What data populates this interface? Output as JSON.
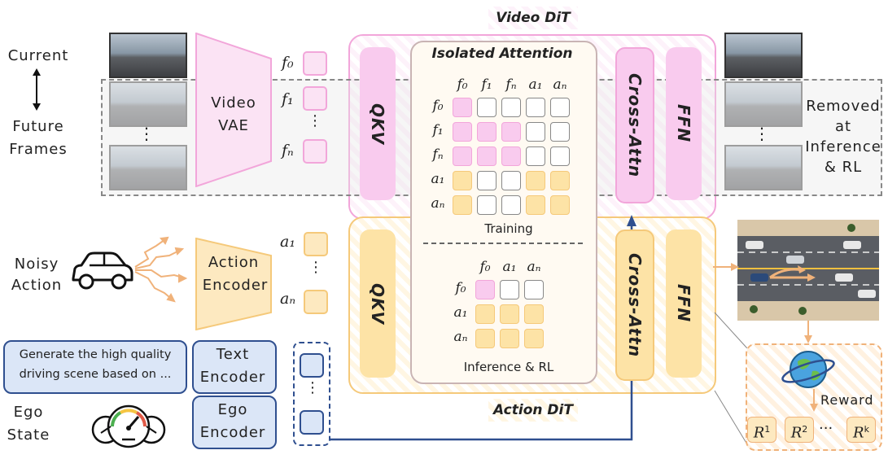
{
  "left": {
    "current": "Current",
    "future_line1": "Future",
    "future_line2": "Frames",
    "noisy_line1": "Noisy",
    "noisy_line2": "Action",
    "ego_line1": "Ego",
    "ego_line2": "State",
    "prompt_line1": "Generate the high quality",
    "prompt_line2": "driving scene based on ..."
  },
  "encoders": {
    "video_line1": "Video",
    "video_line2": "VAE",
    "action_line1": "Action",
    "action_line2": "Encoder",
    "text_line1": "Text",
    "text_line2": "Encoder",
    "ego_line1": "Ego",
    "ego_line2": "Encoder"
  },
  "tokens": {
    "f0": "f₀",
    "f1": "f₁",
    "fn": "fₙ",
    "vdots": "⋮",
    "a1": "a₁",
    "an": "aₙ"
  },
  "video_dit": {
    "title": "Video DiT",
    "qkv": "QKV",
    "cross": "Cross-Attn",
    "ffn": "FFN"
  },
  "action_dit": {
    "title": "Action DiT",
    "qkv": "QKV",
    "cross": "Cross-Attn",
    "ffn": "FFN"
  },
  "attention": {
    "title": "Isolated Attention",
    "train_cols": [
      "f₀",
      "f₁",
      "fₙ",
      "a₁",
      "aₙ"
    ],
    "train_rows": [
      "f₀",
      "f₁",
      "fₙ",
      "a₁",
      "aₙ"
    ],
    "train_grid": [
      [
        "p",
        "w",
        "w",
        "w",
        "w"
      ],
      [
        "p",
        "p",
        "p",
        "w",
        "w"
      ],
      [
        "p",
        "p",
        "p",
        "w",
        "w"
      ],
      [
        "y",
        "w",
        "w",
        "y",
        "y"
      ],
      [
        "y",
        "w",
        "w",
        "y",
        "y"
      ]
    ],
    "train_caption": "Training",
    "inf_cols": [
      "f₀",
      "a₁",
      "aₙ"
    ],
    "inf_rows": [
      "f₀",
      "a₁",
      "aₙ"
    ],
    "inf_grid": [
      [
        "p",
        "w",
        "w"
      ],
      [
        "y",
        "y",
        "y"
      ],
      [
        "y",
        "y",
        "y"
      ]
    ],
    "inf_caption": "Inference & RL"
  },
  "right": {
    "removed_line1": "Removed",
    "removed_line2": "at",
    "removed_line3": "Inference",
    "removed_line4": "& RL",
    "reward": "Reward",
    "r1": "1",
    "r2": "2",
    "rk": "k",
    "r_base": "R",
    "ellipsis": "···"
  },
  "colors": {
    "pink_fill": "#fbe3f4",
    "pink_border": "#f2a6da",
    "yellow_fill": "#fde9c0",
    "yellow_border": "#f5c97a",
    "blue_arrow": "#2f4f8f",
    "orange": "#f0b27a"
  }
}
